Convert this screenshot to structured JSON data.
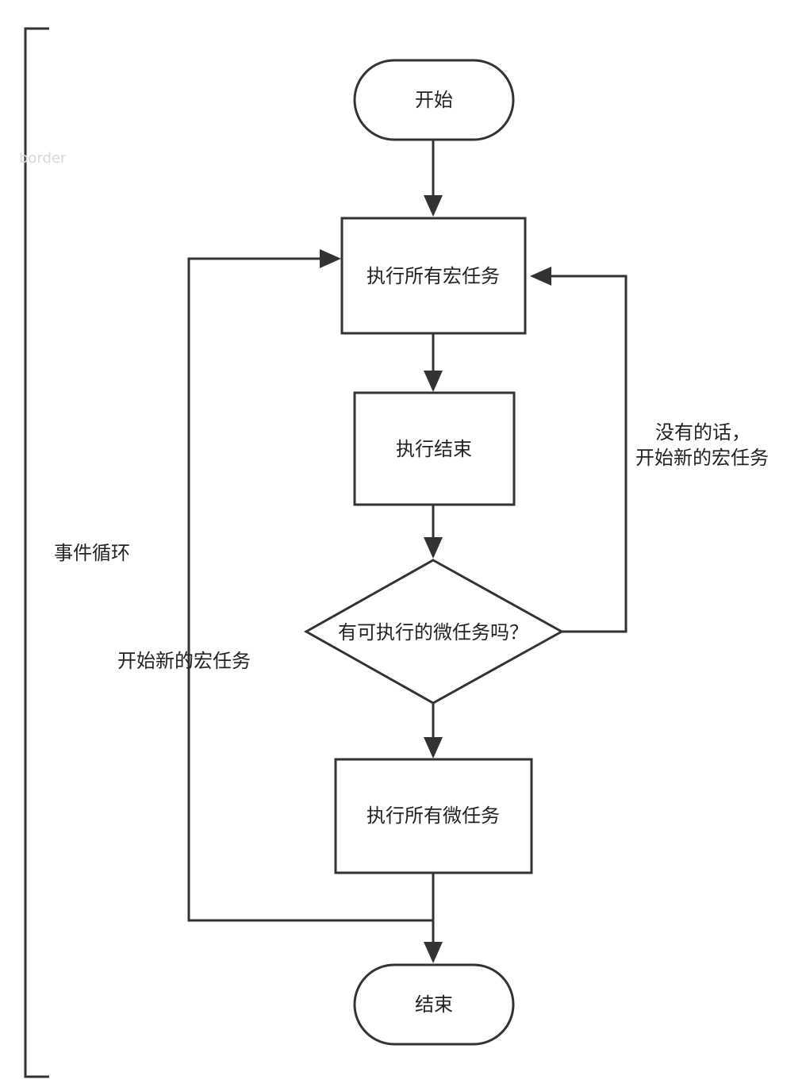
{
  "diagram": {
    "watermark": "border",
    "bracket_label": "事件循环",
    "nodes": {
      "start": "开始",
      "run_macrotasks": "执行所有宏任务",
      "run_end": "执行结束",
      "has_microtasks": "有可执行的微任务吗？",
      "run_microtasks": "执行所有微任务",
      "end": "结束"
    },
    "edge_labels": {
      "no_new_macrotask_line1": "没有的话，",
      "no_new_macrotask_line2": "开始新的宏任务",
      "loop_new_macrotask": "开始新的宏任务"
    },
    "colors": {
      "stroke": "#333333",
      "text": "#222222",
      "background": "#ffffff"
    }
  }
}
